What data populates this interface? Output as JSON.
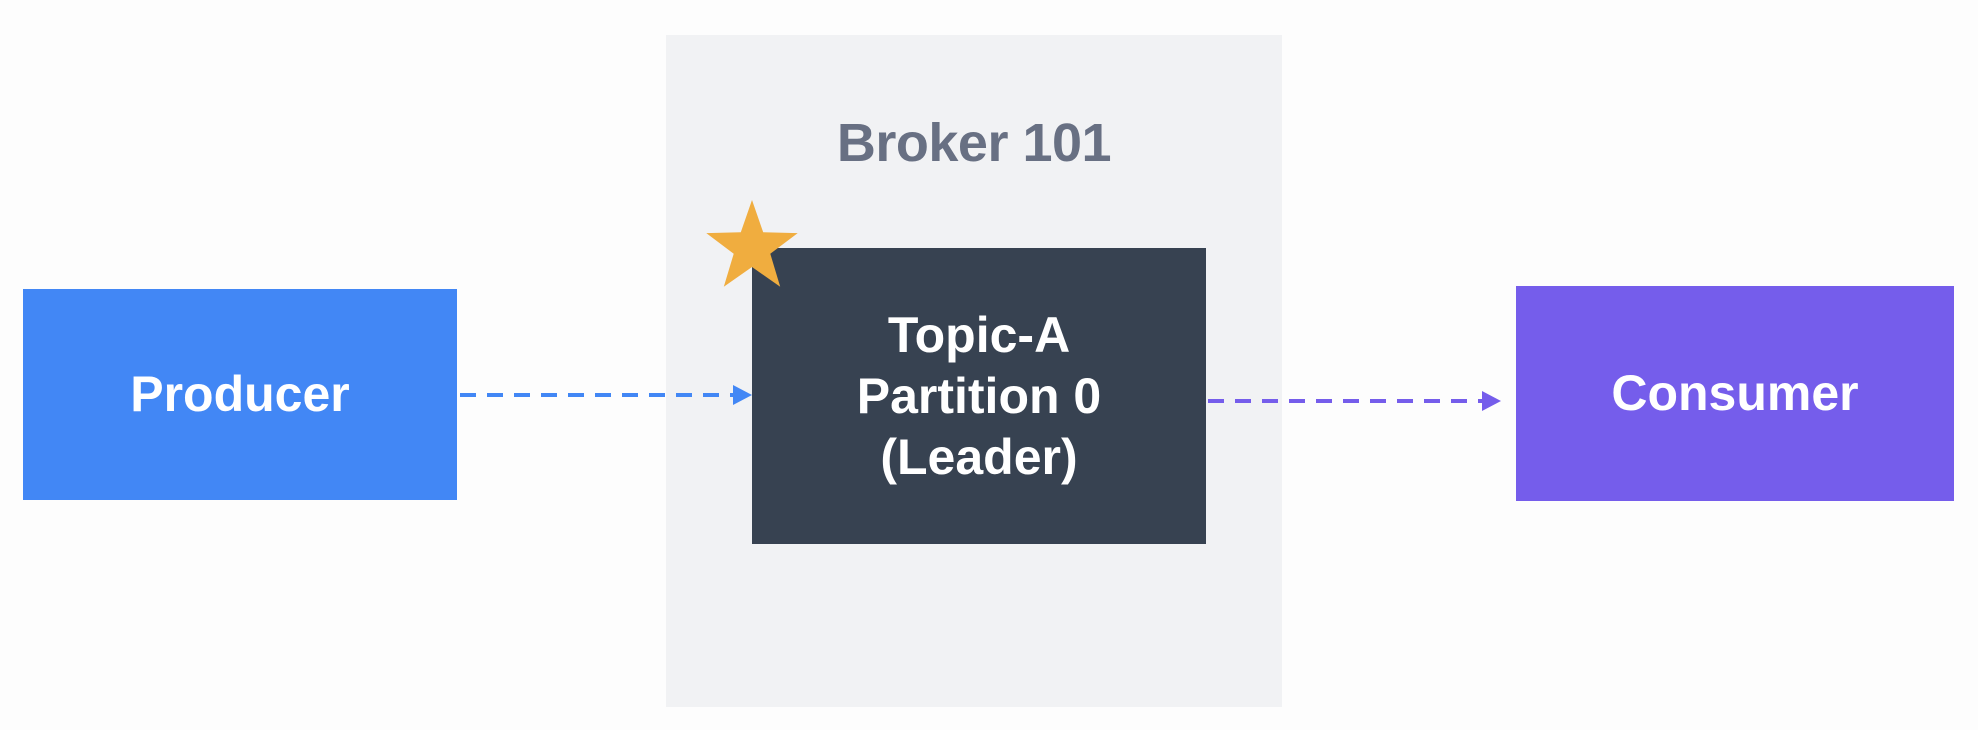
{
  "broker": {
    "title": "Broker 101",
    "color": "#f1f2f4"
  },
  "producer": {
    "label": "Producer",
    "color": "#4287f5"
  },
  "partition": {
    "line1": "Topic-A",
    "line2": "Partition 0",
    "line3": "(Leader)",
    "color": "#374251",
    "leader_marker": "star-icon",
    "leader_marker_color": "#f0ad3f"
  },
  "consumer": {
    "label": "Consumer",
    "color": "#755deb"
  },
  "connections": [
    {
      "from": "Producer",
      "to": "Topic-A Partition 0",
      "style": "dashed",
      "color": "#4287f5"
    },
    {
      "from": "Topic-A Partition 0",
      "to": "Consumer",
      "style": "dashed",
      "color": "#755deb"
    }
  ]
}
